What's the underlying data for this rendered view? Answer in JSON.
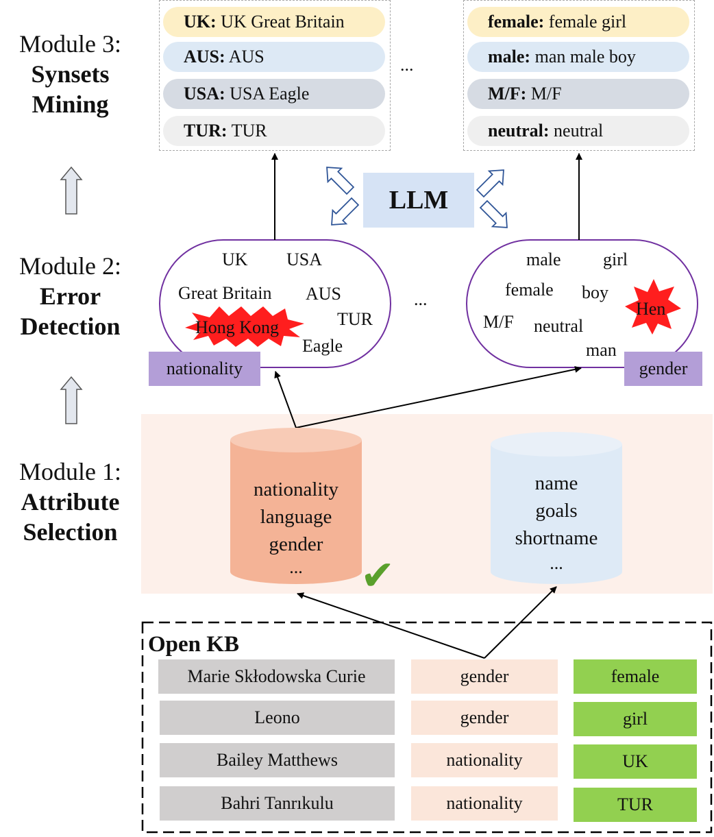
{
  "modules": [
    {
      "line1": "Module 3:",
      "line2": "Synsets",
      "line3": "Mining"
    },
    {
      "line1": "Module 2:",
      "line2": "Error",
      "line3": "Detection"
    },
    {
      "line1": "Module 1:",
      "line2": "Attribute",
      "line3": "Selection"
    }
  ],
  "synsets_left": [
    {
      "key": "UK:",
      "values": "UK  Great Britain",
      "color": "#fdefc6"
    },
    {
      "key": "AUS:",
      "values": "AUS",
      "color": "#dde9f5"
    },
    {
      "key": "USA:",
      "values": "USA   Eagle",
      "color": "#d6dbe3"
    },
    {
      "key": "TUR:",
      "values": "TUR",
      "color": "#efefef"
    }
  ],
  "synsets_right": [
    {
      "key": "female:",
      "values": "female  girl",
      "color": "#fdefc6"
    },
    {
      "key": "male:",
      "values": "man  male  boy",
      "color": "#dde9f5"
    },
    {
      "key": "M/F:",
      "values": "M/F",
      "color": "#d6dbe3"
    },
    {
      "key": "neutral:",
      "values": "neutral",
      "color": "#efefef"
    }
  ],
  "ellipsis": "...",
  "llm_label": "LLM",
  "cluster_left": {
    "words": [
      "UK",
      "USA",
      "Great Britain",
      "AUS",
      "TUR",
      "Eagle"
    ],
    "error": "Hong Kong",
    "tag": "nationality"
  },
  "cluster_right": {
    "words": [
      "male",
      "girl",
      "female",
      "boy",
      "M/F",
      "neutral",
      "man"
    ],
    "error": "Hen",
    "tag": "gender"
  },
  "db_selected": {
    "items": [
      "nationality",
      "language",
      "gender",
      "..."
    ]
  },
  "db_other": {
    "items": [
      "name",
      "goals",
      "shortname",
      "..."
    ]
  },
  "checkmark": "✔",
  "open_kb": {
    "title": "Open KB",
    "rows": [
      {
        "subject": "Marie Skłodowska Curie",
        "attribute": "gender",
        "value": "female"
      },
      {
        "subject": "Leono",
        "attribute": "gender",
        "value": "girl"
      },
      {
        "subject": "Bailey Matthews",
        "attribute": "nationality",
        "value": "UK"
      },
      {
        "subject": "Bahri Tanrıkulu",
        "attribute": "nationality",
        "value": "TUR"
      }
    ]
  },
  "colors": {
    "module1_band": "#fdf0ea",
    "cyl_selected": "#f4b396",
    "cyl_other": "#deeaf6",
    "llm_box": "#d6e3f5",
    "tag": "#b39ed7",
    "kb_subject": "#d0cece",
    "kb_attribute": "#fbe6da",
    "kb_value": "#92d050",
    "cluster_outline": "#7030a0",
    "error_star": "#ff1e1e",
    "check": "#5aa02c"
  }
}
